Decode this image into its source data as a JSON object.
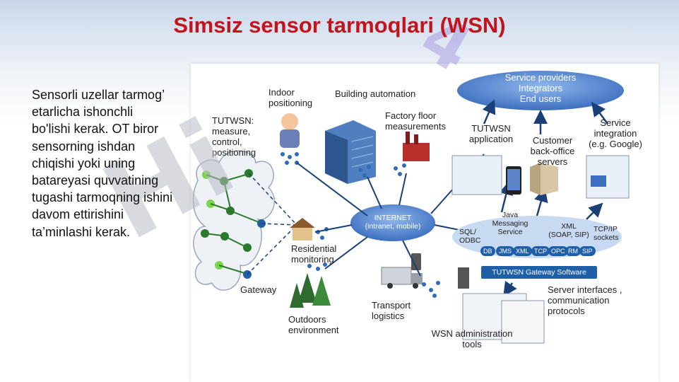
{
  "title": "Simsiz sensor tarmoqlari (WSN)",
  "body_text": "Sensorli uzellar tarmog’ etarlicha ishonchli bo'lishi kerak. OT biror sensorning ishdan chiqishi yoki uning batareyasi quvvatining tugashi tarmoqning ishini davom ettirishini ta’minlashi kerak.",
  "watermarks": {
    "large": "Hi",
    "top": "4"
  },
  "diagram": {
    "labels": {
      "indoor": "Indoor\npositioning",
      "building": "Building automation",
      "factory": "Factory floor\nmeasurements",
      "tutwsn_measure": "TUTWSN:\nmeasure,\ncontrol,\npositioning",
      "service_providers": "Service providers\nIntegrators\nEnd users",
      "tutwsn_app": "TUTWSN\napplication",
      "customer": "Customer\nback-office\nservers",
      "service_integration": "Service\nintegration\n(e.g. Google)",
      "internet": "INTERNET\n(intranet, mobile)",
      "java": "Java\nMessaging\nService",
      "xml": "XML\n(SOAP, SIP)",
      "sql": "SQL/\nODBC",
      "tcpip": "TCP/IP\nsockets",
      "residential": "Residential\nmonitoring",
      "gateway": "Gateway",
      "transport": "Transport\nlogistics",
      "outdoors": "Outdoors\nenvironment",
      "server_if": "Server interfaces ,\ncommunication\nprotocols",
      "wsn_admin": "WSN administration\ntools",
      "gateway_software": "TUTWSN Gateway Software"
    },
    "chips": [
      "DB",
      "JMS",
      "XML",
      "TCP",
      "OPC",
      "RM",
      "SIP"
    ]
  },
  "colors": {
    "title": "#c0151b",
    "accent_blue": "#1f5fa8",
    "node_green": "#2f8a2f"
  }
}
